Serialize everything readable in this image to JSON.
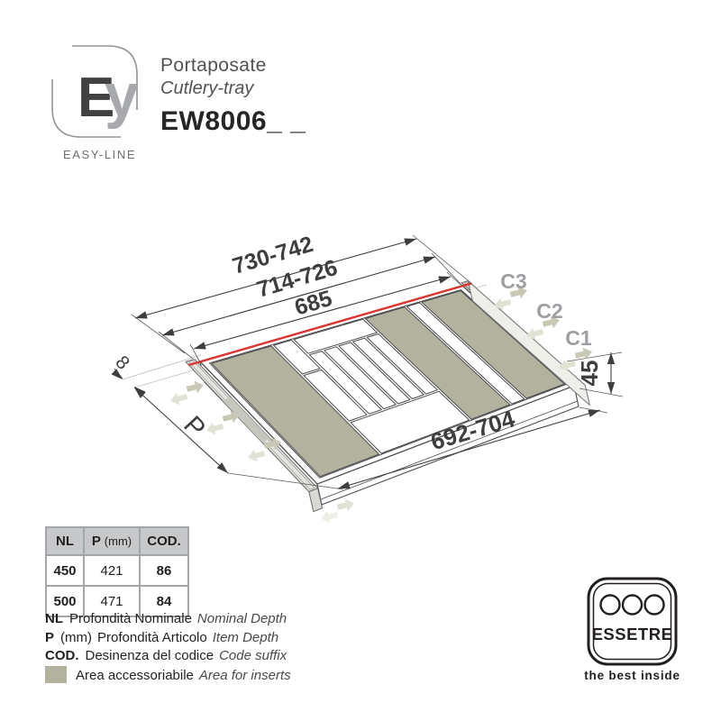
{
  "header": {
    "brand_e": "E",
    "brand_y": "y",
    "brand_tagline": "EASY-LINE",
    "title_it": "Portaposate",
    "title_en": "Cutlery-tray",
    "model": "EW8006_ _"
  },
  "drawing": {
    "dimensions": {
      "top": [
        "730-742",
        "714-726",
        "685"
      ],
      "bottom": "692-704",
      "height": "45",
      "depth_label": "P",
      "rail_gap": "8"
    },
    "position_labels": [
      "C3",
      "C2",
      "C1"
    ],
    "colors": {
      "insert_area": "#b2b29e",
      "arrow_light": "#e2e2d4",
      "arrow_dark": "#c8c8b4",
      "highlight_red": "#dd3430",
      "label_gray": "#9d9fa2",
      "line_dark": "#3e3e40",
      "tray_line": "#4b4b4d"
    }
  },
  "table": {
    "headers": [
      {
        "b": "NL",
        "n": ""
      },
      {
        "b": "P",
        "n": "(mm)"
      },
      {
        "b": "COD.",
        "n": ""
      }
    ],
    "rows": [
      [
        "450",
        "421",
        "86"
      ],
      [
        "500",
        "471",
        "84"
      ]
    ]
  },
  "legend": {
    "items": [
      {
        "term": "NL",
        "term_n": "",
        "it": "Profondità Nominale",
        "en": "Nominal Depth",
        "swatch": false
      },
      {
        "term": "P",
        "term_n": "(mm)",
        "it": "Profondità Articolo",
        "en": "Item Depth",
        "swatch": false
      },
      {
        "term": "COD.",
        "term_n": "",
        "it": "Desinenza del codice",
        "en": "Code suffix",
        "swatch": false
      },
      {
        "term": "",
        "term_n": "",
        "it": "Area accessoriabile",
        "en": "Area for inserts",
        "swatch": true
      }
    ]
  },
  "footer_logo": {
    "name": "ESSETRE",
    "tagline": "the best inside"
  }
}
